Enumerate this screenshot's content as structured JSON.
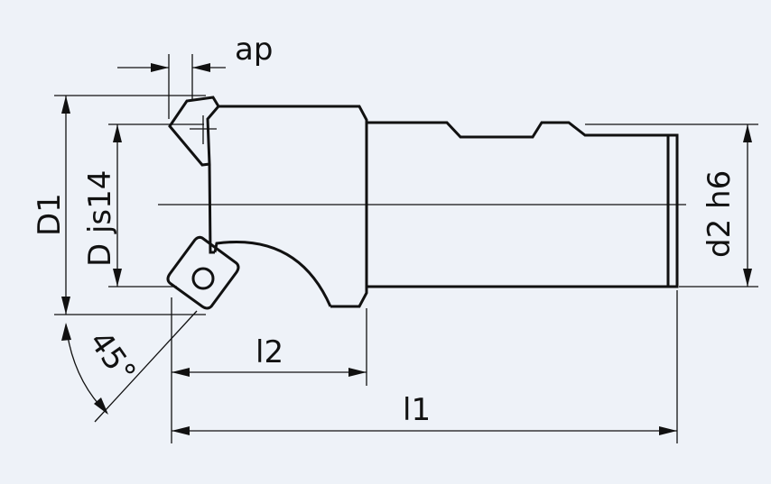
{
  "diagram": {
    "labels": {
      "ap": "ap",
      "d1": "D1",
      "djs14": "D js14",
      "d2h6": "d2 h6",
      "angle": "45°",
      "l2": "l2",
      "l1": "l1"
    },
    "colors": {
      "background": "#eef2f8",
      "line": "#111111"
    }
  }
}
